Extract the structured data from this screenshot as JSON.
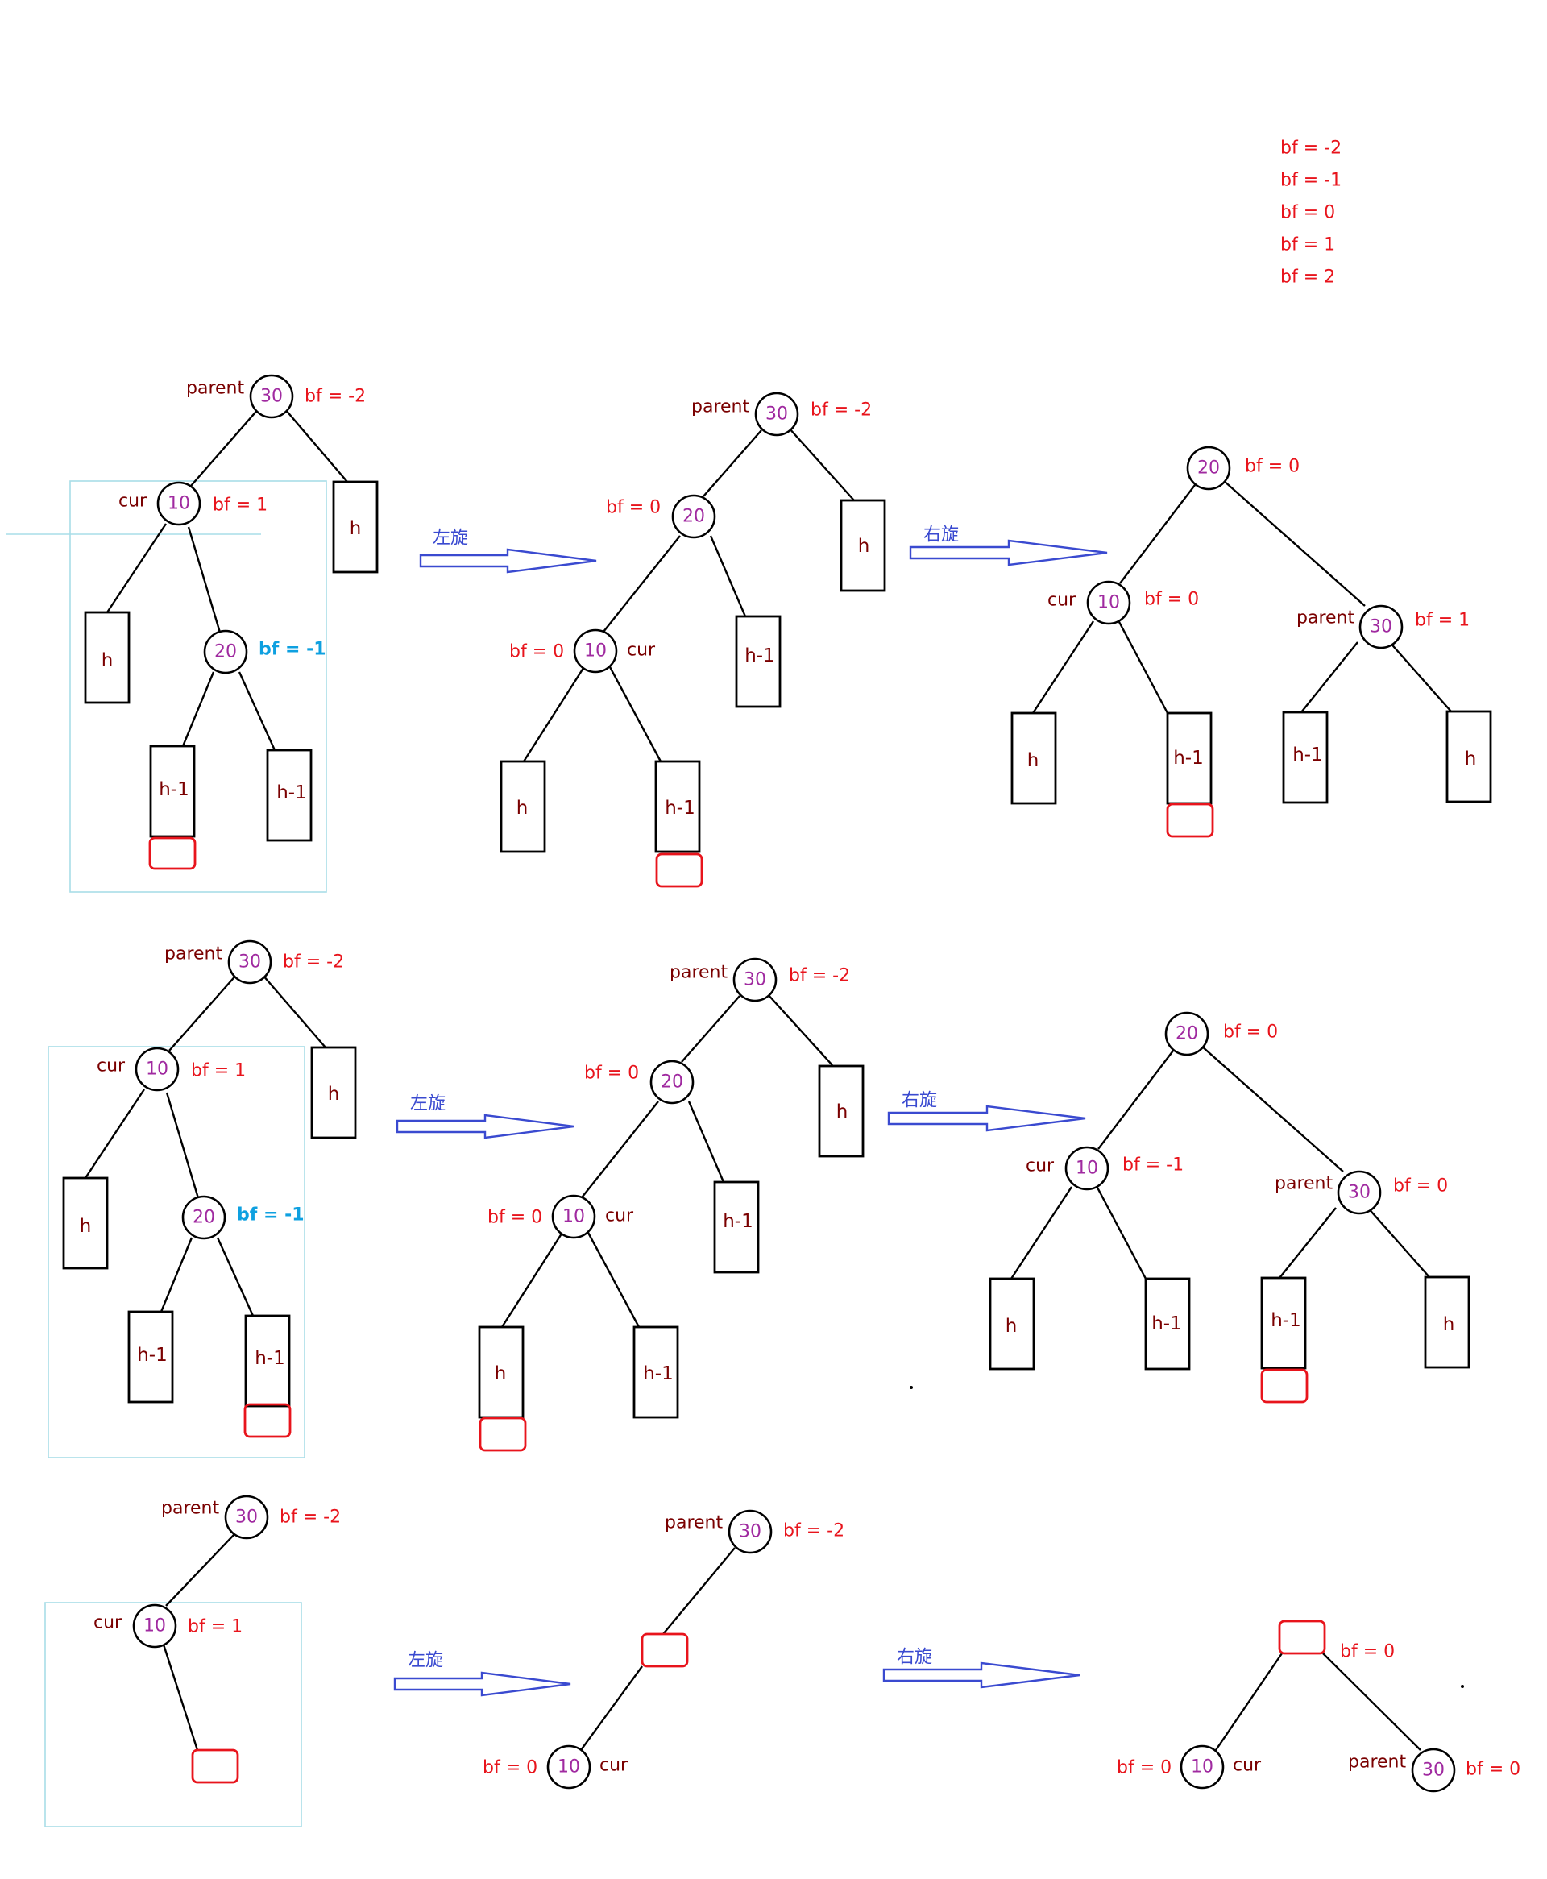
{
  "legend": [
    "bf = -2",
    "bf = -1",
    "bf = 0",
    "bf = 1",
    "bf = 2"
  ],
  "ops": {
    "left": "左旋",
    "right": "右旋"
  },
  "labels": {
    "parent": "parent",
    "cur": "cur",
    "bf_m2": "bf = -2",
    "bf_m1": "bf = -1",
    "bf_0": "bf = 0",
    "bf_1": "bf = 1"
  },
  "keys": {
    "k30": "30",
    "k10": "10",
    "k20": "20"
  },
  "subtrees": {
    "h": "h",
    "hm1": "h-1"
  }
}
